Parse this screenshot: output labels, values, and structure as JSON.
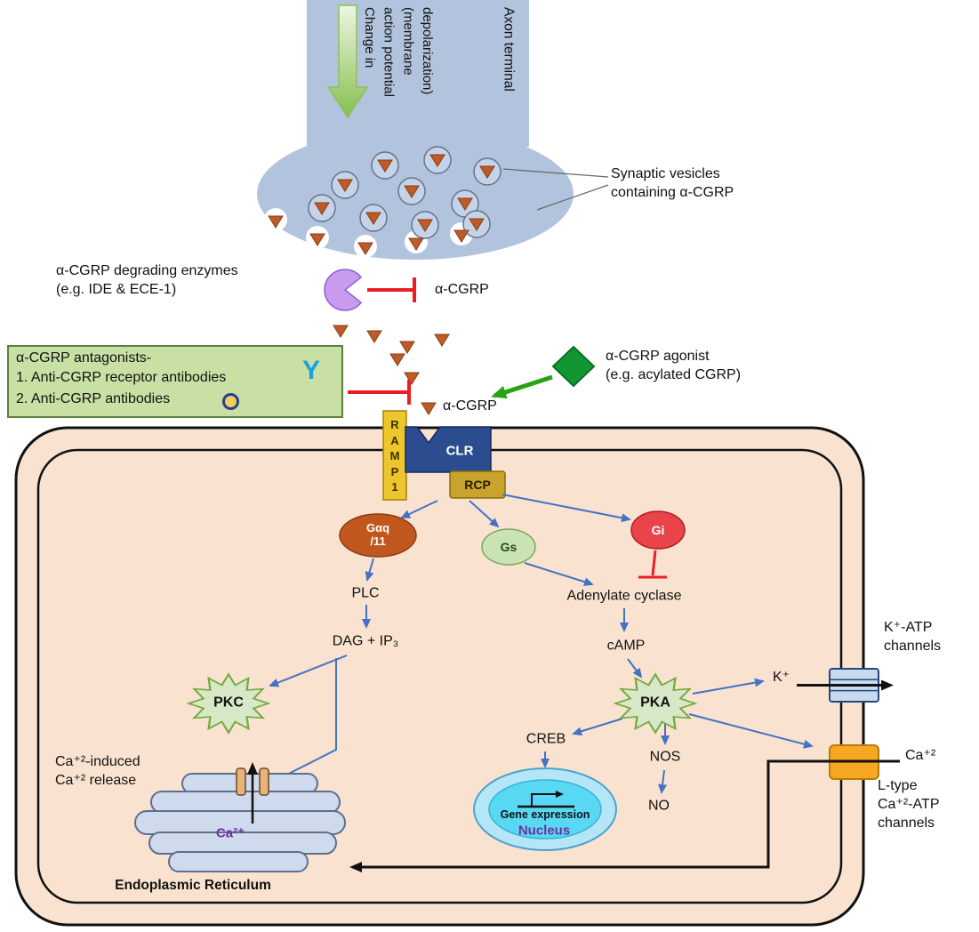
{
  "title": "α-CGRP receptor signaling pathway diagram",
  "colors": {
    "inhibit_red": "#ec1c24",
    "activate_green": "#2aa215",
    "arrow_blue": "#4472c4",
    "axon_fill": "#b2c3dd",
    "cell_fill": "#f9e3d0",
    "cgrp_orange": "#bf5b28",
    "enzyme_purple": "#c89bef",
    "antagonist_box_green": "#c9e0a5",
    "agonist_diamond_green": "#119633",
    "gaq_orange": "#c0571d",
    "gs_green": "#c9e3b5",
    "gi_red": "#e8444a",
    "kinase_star_green": "#d6e8c8",
    "nucleus_cyan": "#59d8f4",
    "er_fill": "#cfdbed",
    "k_channel_blue": "#c7daee",
    "ltype_channel_orange": "#f7a823",
    "ramp1_yellow": "#ecc62c",
    "clr_blue": "#2b4d90",
    "rcp_gold": "#c9a42c"
  },
  "axon": {
    "change_label": "Change in\naction potential\n(membrane\ndepolarization)",
    "terminal_label": "Axon terminal",
    "vesicle_label": "Synaptic vesicles\ncontaining α-CGRP"
  },
  "extracellular": {
    "degrading_label": "α-CGRP degrading enzymes\n(e.g. IDE & ECE-1)",
    "cgrp_free": "α-CGRP",
    "antagonists": {
      "title": "α-CGRP antagonists-",
      "item1": "1. Anti-CGRP receptor antibodies",
      "item2": "2. Anti-CGRP antibodies",
      "y_glyph": "Y"
    },
    "agonist_label": "α-CGRP agonist\n(e.g. acylated CGRP)",
    "cgrp_receptor": "α-CGRP"
  },
  "receptor": {
    "ramp1": "R\nA\nM\nP\n1",
    "clr": "CLR",
    "rcp": "RCP"
  },
  "gproteins": {
    "gaq": "Gαq\n/11",
    "gs": "Gs",
    "gi": "Gi"
  },
  "pathway": {
    "plc": "PLC",
    "dag_ip3": "DAG + IP₃",
    "pkc": "PKC",
    "adenylate_cyclase": "Adenylate cyclase",
    "camp": "cAMP",
    "pka": "PKA",
    "creb": "CREB",
    "nos": "NOS",
    "no": "NO"
  },
  "nucleus": {
    "gene_expression": "Gene expression",
    "label": "Nucleus"
  },
  "channels": {
    "k_ion": "K⁺",
    "k_label": "K⁺-ATP\nchannels",
    "ca_ion": "Ca⁺²",
    "ltype_label": "L-type\nCa⁺²-ATP\nchannels"
  },
  "er": {
    "induced_label": "Ca⁺²-induced\nCa⁺² release",
    "ca_label": "Ca²⁺",
    "label": "Endoplasmic Reticulum"
  }
}
